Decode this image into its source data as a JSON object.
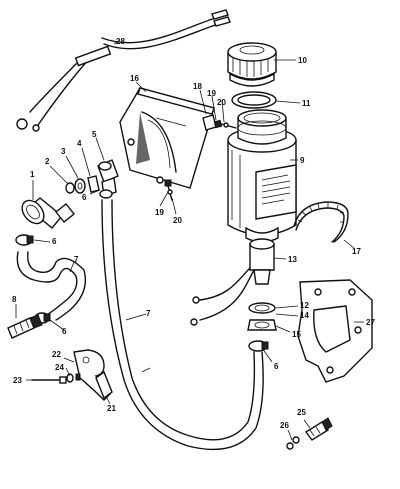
{
  "callouts": {
    "c1": "1",
    "c2": "2",
    "c3": "3",
    "c4": "4",
    "c5": "5",
    "c6a": "6",
    "c6b": "6",
    "c6c": "6",
    "c6d": "6",
    "c7a": "7",
    "c7b": "7",
    "c8": "8",
    "c9": "9",
    "c10": "10",
    "c11": "11",
    "c12": "12",
    "c13": "13",
    "c14": "14",
    "c15": "15",
    "c16": "16",
    "c17": "17",
    "c18": "18",
    "c19a": "19",
    "c19b": "19",
    "c20a": "20",
    "c20b": "20",
    "c21": "21",
    "c22": "22",
    "c23": "23",
    "c24": "24",
    "c25": "25",
    "c26": "26",
    "c27": "27",
    "c28": "28"
  }
}
